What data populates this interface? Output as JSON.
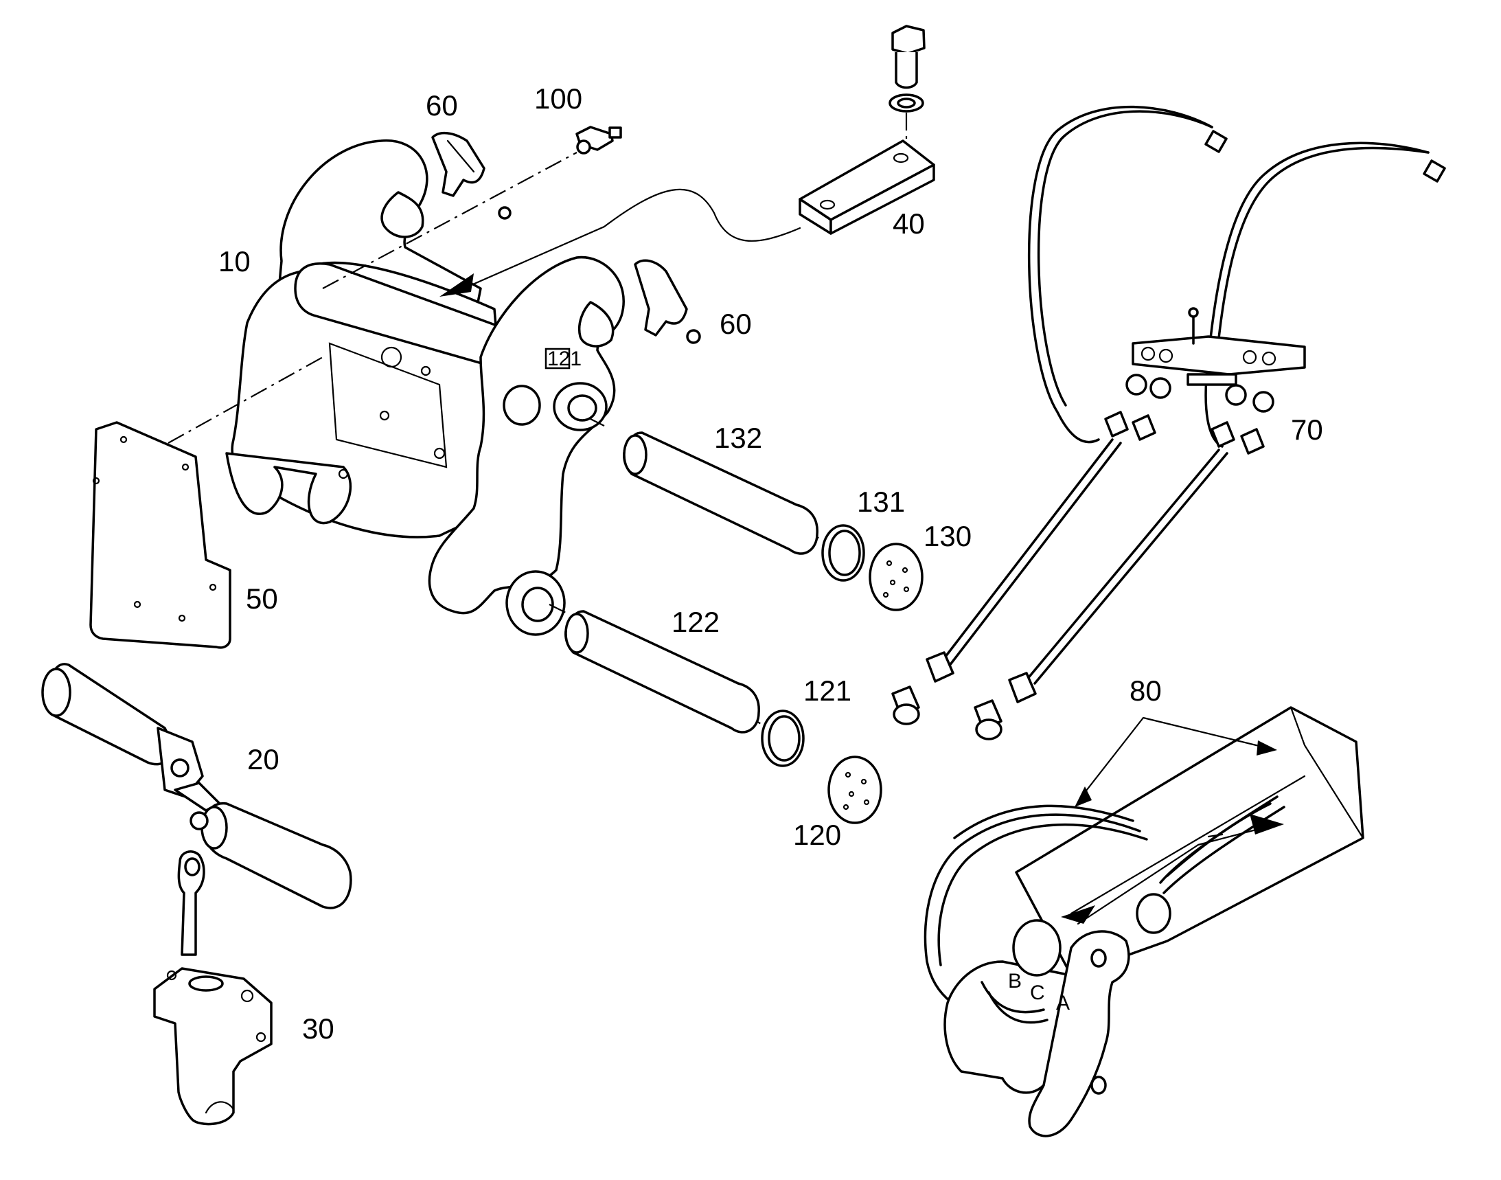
{
  "callouts": {
    "c10": "10",
    "c20": "20",
    "c30": "30",
    "c40": "40",
    "c50": "50",
    "c60a": "60",
    "c60b": "60",
    "c70": "70",
    "c80": "80",
    "c100": "100",
    "c120": "120",
    "c121": "121",
    "c122": "122",
    "c130": "130",
    "c131": "131",
    "c132": "132"
  },
  "frame_stamp": "121",
  "port_letters": {
    "a": "A",
    "b": "B",
    "c": "C"
  }
}
